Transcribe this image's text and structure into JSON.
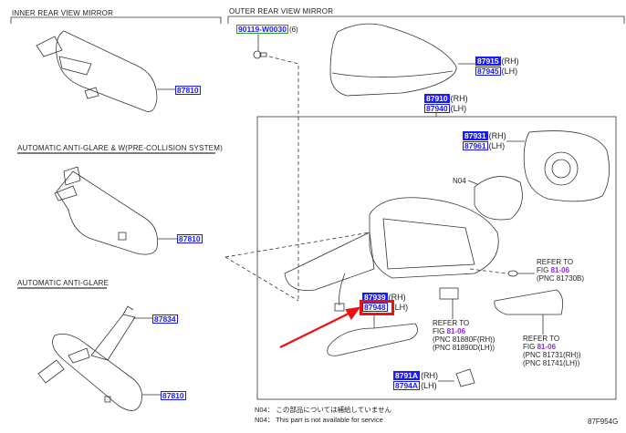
{
  "sections": {
    "inner_title": "INNER REAR VIEW MIRROR",
    "outer_title": "OUTER REAR VIEW MIRROR",
    "auto_wpcs_title": "AUTOMATIC ANTI-GLARE & W(PRE-COLLISION SYSTEM)",
    "auto_title": "AUTOMATIC ANTI-GLARE"
  },
  "parts": {
    "inner_mirror": "87810",
    "auto_wpcs_mirror": "87810",
    "auto_cover": "87834",
    "auto_mirror": "87810",
    "bolt": "90119-W0030",
    "bolt_qty": "(6)",
    "cover_rh": "87915",
    "cover_lh": "87945",
    "assy_rh": "87910",
    "assy_lh": "87940",
    "glass_rh": "87931",
    "glass_lh": "87961",
    "lamp_rh": "87939",
    "lamp_lh": "87948",
    "clip_rh": "8791A",
    "clip_lh": "8794A",
    "rh": "(RH)",
    "lh": "(LH)"
  },
  "n04_label": "N04",
  "refs": [
    {
      "refer": "REFER TO",
      "fig_prefix": "FIG ",
      "fig": "81-06",
      "pnc1": "(PNC 81730B)"
    },
    {
      "refer": "REFER TO",
      "fig_prefix": "FIG ",
      "fig": "81-06",
      "pnc1": "(PNC 81880F(RH))",
      "pnc2": "(PNC 81890D(LH))"
    },
    {
      "refer": "REFER TO",
      "fig_prefix": "FIG ",
      "fig": "81-06",
      "pnc1": "(PNC 81731(RH))",
      "pnc2": "(PNC 81741(LH))"
    }
  ],
  "notes": {
    "jp": "N04： この部品については補給していません",
    "en": "N04： This part is not available for service"
  },
  "figure_id": "87F954G",
  "colors": {
    "part_blue": "#1a1aff",
    "highlight_red": "#ee1111",
    "fig_purple": "#8a2be2"
  }
}
